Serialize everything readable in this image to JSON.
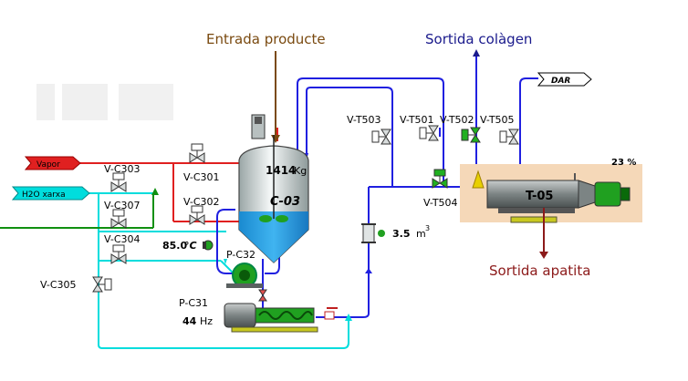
{
  "headers": {
    "entrada": "Entrada producte",
    "sortida_colagen": "Sortida colàgen",
    "sortida_apatita": "Sortida apatita"
  },
  "inputs": {
    "vapor": "Vapor",
    "h2o": "H2O xarxa",
    "dar": "DAR"
  },
  "valves": {
    "vc303": "V-C303",
    "vc301": "V-C301",
    "vc307": "V-C307",
    "vc302": "V-C302",
    "vc304": "V-C304",
    "vc305": "V-C305",
    "vt503": "V-T503",
    "vt501": "V-T501",
    "vt502": "V-T502",
    "vt505": "V-T505",
    "vt504": "V-T504"
  },
  "tank": {
    "name": "C-03",
    "weight_value": "1414",
    "weight_unit": "Kg"
  },
  "pumps": {
    "pc32": "P-C32",
    "pc31": "P-C31",
    "pc31_freq_value": "44",
    "pc31_freq_unit": "Hz"
  },
  "temperature": {
    "value": "85.0",
    "unit": "°C"
  },
  "flow": {
    "value": "3.5",
    "unit": "m",
    "exponent": "3"
  },
  "decanter": {
    "name": "T-05",
    "percent": "23 %"
  },
  "colors": {
    "steam": "#e02020",
    "water": "#00dddd",
    "product": "#2020e0",
    "green_line": "#109010",
    "entrada_text": "#7a4a10",
    "colagen_text": "#1a1a8c",
    "apatita_text": "#8c1a1a",
    "valve_open": "#20b020"
  }
}
